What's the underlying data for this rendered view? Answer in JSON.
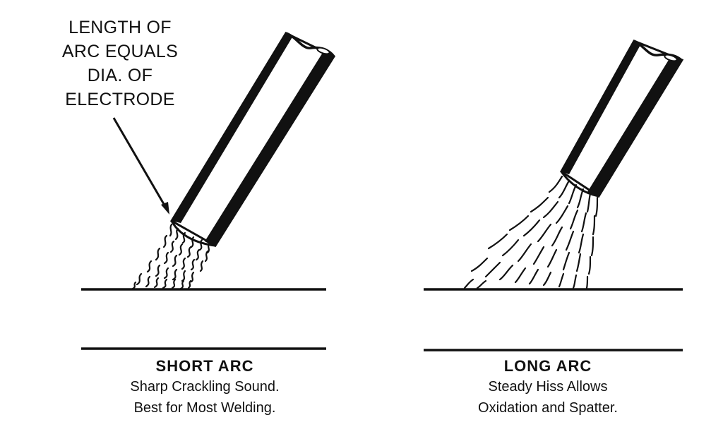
{
  "callout": {
    "lines": [
      "LENGTH OF",
      "ARC  EQUALS",
      "DIA.  OF",
      "ELECTRODE"
    ]
  },
  "panels": [
    {
      "id": "short-arc",
      "title": "SHORT  ARC",
      "desc_lines": [
        "Sharp Crackling Sound.",
        "Best for Most Welding."
      ]
    },
    {
      "id": "long-arc",
      "title": "LONG  ARC",
      "desc_lines": [
        "Steady Hiss Allows",
        "Oxidation and Spatter."
      ]
    }
  ],
  "colors": {
    "ink": "#111111",
    "background": "#ffffff"
  }
}
